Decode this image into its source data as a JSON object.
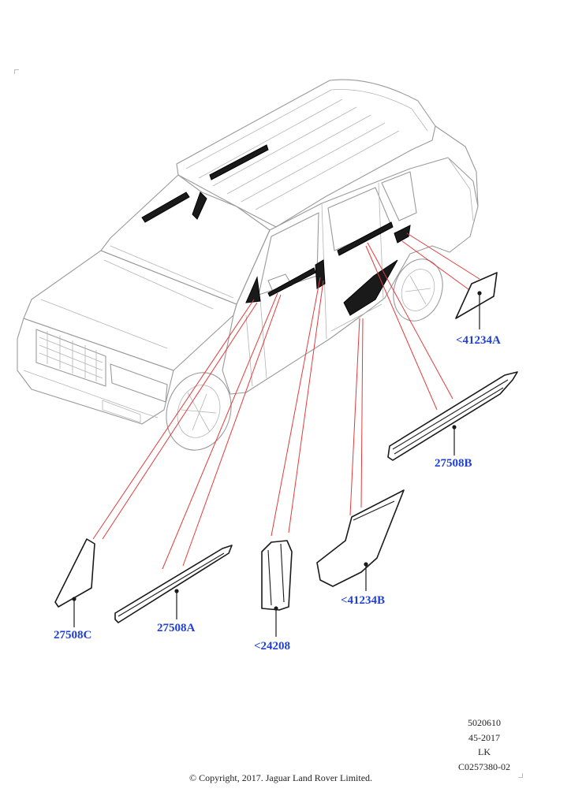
{
  "callouts": {
    "c41234A": "<41234A",
    "c27508B": "27508B",
    "c27508C": "27508C",
    "c27508A": "27508A",
    "c24208": "<24208",
    "c41234B": "<41234B"
  },
  "meta": {
    "line1": "5020610",
    "line2": "45-2017",
    "line3": "LK",
    "line4": "C0257380-02"
  },
  "copyright": "© Copyright, 2017. Jaguar Land Rover Limited.",
  "colors": {
    "callout_text": "#1f3fd6",
    "leader_lines": "#e23b3b",
    "vehicle_outline": "#9a9a9a",
    "part_outline": "#1a1a1a"
  }
}
